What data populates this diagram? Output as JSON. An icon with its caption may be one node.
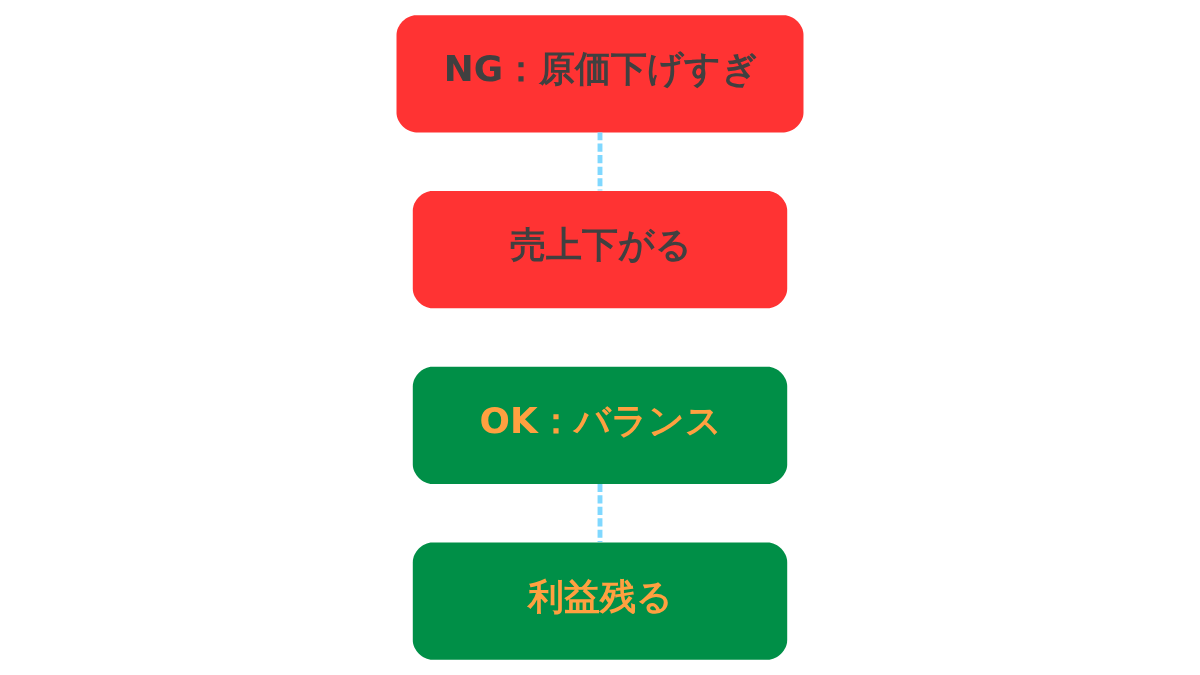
{
  "diagram": {
    "nodes": [
      {
        "text": [
          "NG：原価下げすぎ"
        ]
      },
      {
        "text": [
          "売上下がる"
        ]
      },
      {
        "text": [
          "OK：バランス"
        ]
      },
      {
        "text": [
          "利益残る"
        ]
      }
    ],
    "edges": [
      {
        "from": 0,
        "to": 1,
        "arrow": "none",
        "style": "dashed"
      },
      {
        "from": 2,
        "to": 3,
        "arrow": "none",
        "style": "dashed"
      }
    ]
  }
}
